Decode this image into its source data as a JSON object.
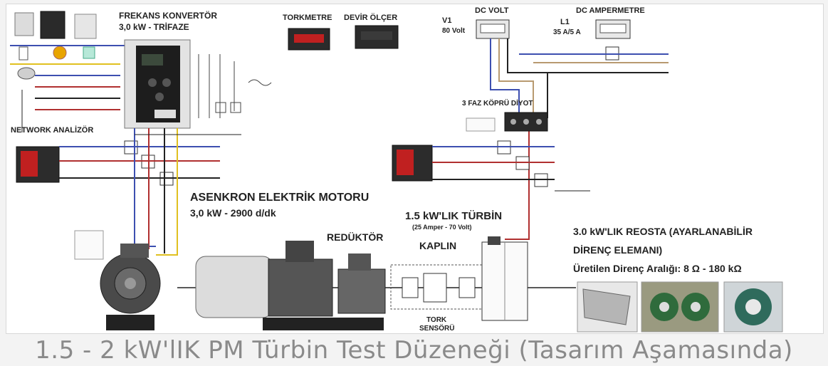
{
  "labels": {
    "freq_converter_title": "FREKANS KONVERTÖR",
    "freq_converter_spec": "3,0 kW - TRİFAZE",
    "torque_meter": "TORKMETRE",
    "rpm_meter": "DEVİR ÖLÇER",
    "v1_name": "V1",
    "v1_spec": "80 Volt",
    "dc_volt": "DC VOLT",
    "l1_name": "L1",
    "l1_spec": "35 A/5 A",
    "dc_ammeter": "DC AMPERMETRE",
    "bridge_diode": "3 FAZ KÖPRÜ DİYOT",
    "network_analyzer": "NETWORK ANALİZÖR",
    "motor_title": "ASENKRON ELEKTRİK MOTORU",
    "motor_spec": "3,0 kW - 2900 d/dk",
    "turbine_title": "1.5 kW'LIK TÜRBİN",
    "turbine_spec": "(25 Amper - 70 Volt)",
    "reducer": "REDÜKTÖR",
    "coupling": "KAPLIN",
    "torque_sensor_1": "TORK",
    "torque_sensor_2": "SENSÖRÜ",
    "rheostat_line1": "3.0  kW'LIK REOSTA (AYARLANABİLİR",
    "rheostat_line2": "DİRENÇ ELEMANI)",
    "rheostat_range": "Üretilen Direnç Aralığı: 8 Ω - 180 kΩ"
  },
  "caption": "1.5 - 2 kW'lIK PM Türbin Test Düzeneği (Tasarım Aşamasında)",
  "colors": {
    "wire_blue": "#3d4fb0",
    "wire_red": "#b03030",
    "wire_yellow": "#e0c020",
    "wire_tan": "#b89a70",
    "wire_black": "#222222",
    "caption": "#8a8a8a"
  }
}
